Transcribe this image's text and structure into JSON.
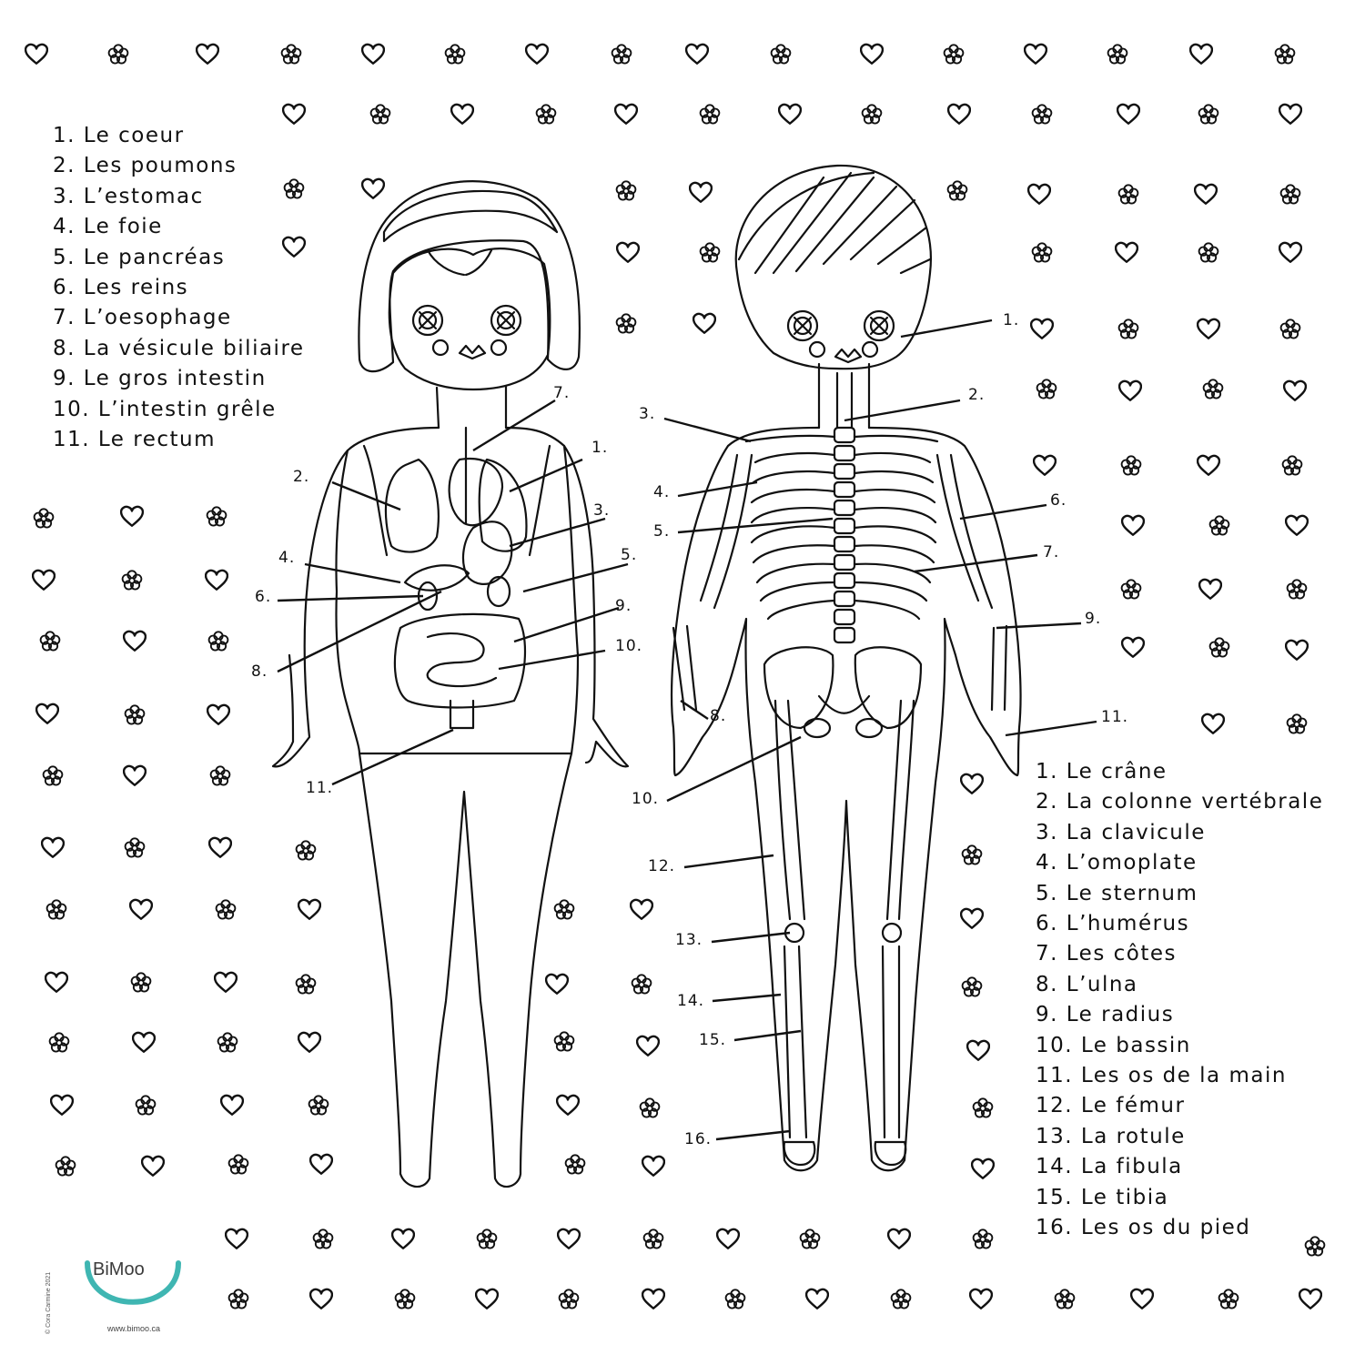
{
  "organs_legend": [
    "1. Le coeur",
    "2. Les poumons",
    "3. L’estomac",
    "4. Le foie",
    "5. Le pancréas",
    "6. Les reins",
    "7. L’oesophage",
    "8. La vésicule biliaire",
    "9. Le gros intestin",
    "10. L’intestin grêle",
    "11. Le rectum"
  ],
  "skeleton_legend": [
    "1. Le crâne",
    "2. La colonne vertébrale",
    "3. La clavicule",
    "4. L’omoplate",
    "5. Le sternum",
    "6. L’humérus",
    "7. Les côtes",
    "8. L’ulna",
    "9. Le radius",
    "10. Le bassin",
    "11. Les os de la main",
    "12. Le fémur",
    "13. La rotule",
    "14. La fibula",
    "15. Le tibia",
    "16. Les os du pied"
  ],
  "organ_callouts": [
    "1.",
    "2.",
    "3.",
    "4.",
    "5.",
    "6.",
    "7.",
    "8.",
    "9.",
    "10.",
    "11."
  ],
  "skeleton_callouts": [
    "1.",
    "2.",
    "3.",
    "4.",
    "5.",
    "6.",
    "7.",
    "8.",
    "9.",
    "10.",
    "11.",
    "12.",
    "13.",
    "14.",
    "15.",
    "16."
  ],
  "brand": {
    "name": "BiMoo",
    "url": "www.bimoo.ca",
    "copyright": "© Cora Carmine 2021",
    "accent_color": "#3fb6b2"
  }
}
